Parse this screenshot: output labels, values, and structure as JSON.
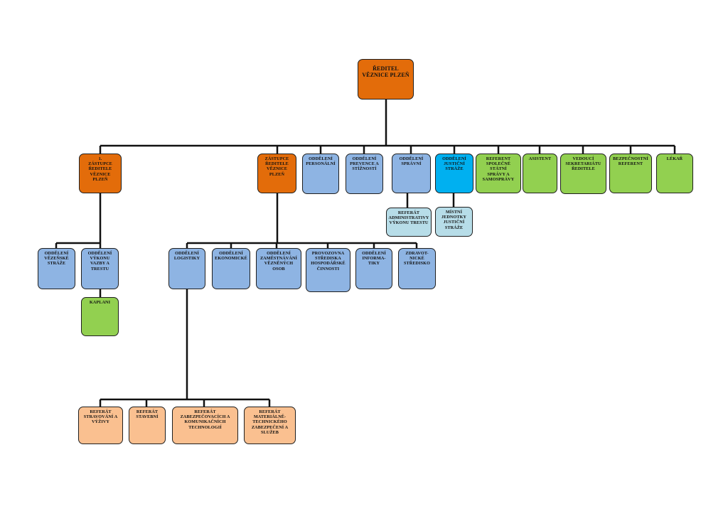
{
  "colors": {
    "director": "#e36c0a",
    "deputy": "#e36c0a",
    "department": "#8eb4e3",
    "staff": "#92d050",
    "guard": "#00b0f0",
    "sub_unit": "#b7dde8",
    "logistics_unit": "#fac090",
    "line": "#111111"
  },
  "director": {
    "label": "ŘEDITEL\nVĚZNICE PLZEŇ"
  },
  "top_row": [
    {
      "id": "first-deputy",
      "label": "1.\nZÁSTUPCE\nŘEDITELE\nVĚZNICE\nPLZEŇ"
    },
    {
      "id": "deputy",
      "label": "ZÁSTUPCE\nŘEDITELE\nVĚZNICE\nPLZEŇ"
    },
    {
      "id": "personnel",
      "label": "ODDĚLENÍ\nPERSONÁLNÍ"
    },
    {
      "id": "prevention",
      "label": "ODDĚLENÍ\nPREVENCE A\nSTÍŽNOSTÍ"
    },
    {
      "id": "admin",
      "label": "ODDĚLENÍ\nSPRÁVNÍ"
    },
    {
      "id": "justice-guard",
      "label": "ODDĚLENÍ\nJUSTIČNÍ\nSTRÁŽE"
    },
    {
      "id": "referent-state",
      "label": "REFERENT\nSPOLEČNÉ\nSTÁTNÍ\nSPRÁVY A\nSAMOSPRÁVY"
    },
    {
      "id": "assistant",
      "label": "ASISTENT"
    },
    {
      "id": "secretariat",
      "label": "VEDOUCÍ\nSEKRETARIÁTU\nŘEDITELE"
    },
    {
      "id": "security",
      "label": "BEZPEČNOSTNÍ\nREFERENT"
    },
    {
      "id": "doctor",
      "label": "LÉKAŘ"
    }
  ],
  "admin_sub": {
    "label": "REFERÁT\nADMINISTRATIVY\nVÝKONU TRESTU"
  },
  "guard_sub": {
    "label": "MÍSTNÍ\nJEDNOTKY\nJUSTIČNÍ\nSTRÁŽE"
  },
  "first_deputy_children": [
    {
      "id": "prison-guard",
      "label": "ODDĚLENÍ\nVĚZEŇSKÉ\nSTRÁŽE"
    },
    {
      "id": "custody",
      "label": "ODDĚLENÍ\nVÝKONU\nVAZBY A\nTRESTU"
    }
  ],
  "custody_child": {
    "label": "KAPLANI"
  },
  "deputy_children": [
    {
      "id": "logistics",
      "label": "ODDĚLENÍ\nLOGISTIKY"
    },
    {
      "id": "economic",
      "label": "ODDĚLENÍ\nEKONOMICKÉ"
    },
    {
      "id": "employment",
      "label": "ODDĚLENÍ\nZAMĚSTNÁVÁNÍ\nVĚZNĚNÝCH\nOSOB"
    },
    {
      "id": "operations",
      "label": "PROVOZOVNA\nSTŘEDISKA\nHOSPODÁŘSKÉ\nČINNOSTI"
    },
    {
      "id": "it",
      "label": "ODDĚLENÍ\nINFORMA-\nTIKY"
    },
    {
      "id": "medical",
      "label": "ZDRAVOT-\nNICKÉ\nSTŘEDISKO"
    }
  ],
  "logistics_children": [
    {
      "id": "catering",
      "label": "REFERÁT\nSTRAVOVÁNÍ A\nVÝŽIVY"
    },
    {
      "id": "construction",
      "label": "REFERÁT\nSTAVEBNÍ"
    },
    {
      "id": "communications",
      "label": "REFERÁT\nZABEZPEČOVACÍCH A\nKOMUNIKAČNÍCH\nTECHNOLOGIÍ"
    },
    {
      "id": "material",
      "label": "REFERÁT\nMATERIÁLNĚ-\nTECHNICKÉHO\nZABEZPEČENÍ A\nSLUŽEB"
    }
  ]
}
